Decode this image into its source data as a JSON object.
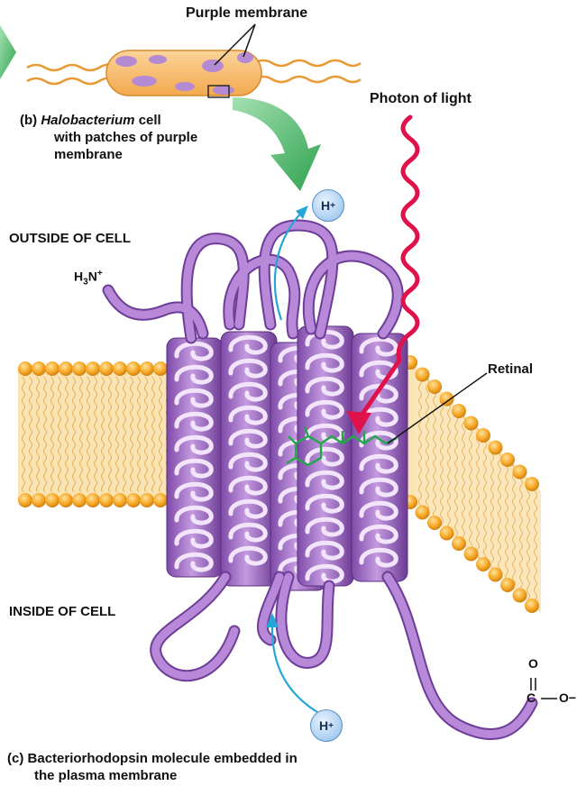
{
  "labels": {
    "purple_membrane": "Purple membrane",
    "photon": "Photon of light",
    "outside": "OUTSIDE OF CELL",
    "inside": "INSIDE OF CELL",
    "retinal": "Retinal",
    "amino_terminus": "H3N+",
    "carboxyl_terminus_o_top": "O",
    "carboxyl_terminus_c": "C",
    "carboxyl_terminus_o_minus": "O−",
    "hplus_top": "H+",
    "hplus_bottom": "H+"
  },
  "caption_b": {
    "part": "(b)",
    "italic": "Halobacterium",
    "rest_line1": " cell",
    "line2": "with patches of purple",
    "line3": "membrane"
  },
  "caption_c": {
    "part": "(c)",
    "line1": "Bacteriorhodopsin molecule embedded in",
    "line2": "the plasma membrane"
  },
  "colors": {
    "protein": "#a46fc8",
    "protein_dark": "#6d3d98",
    "lipid_head": "#f5a623",
    "membrane_fill": "#fbe4b3",
    "photon": "#e0124c",
    "retinal": "#2db34a",
    "arrow_green": "#4fbf6b",
    "proton_arrow": "#24a6d8"
  }
}
